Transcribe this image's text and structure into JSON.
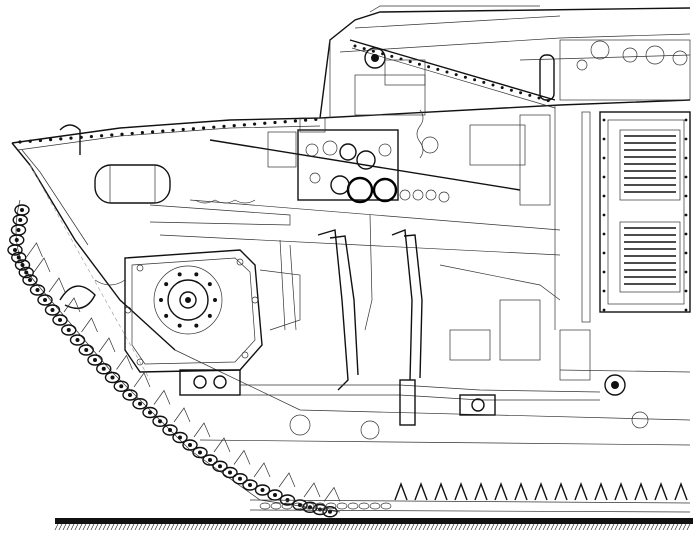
{
  "image": {
    "kind": "technical cutaway drawing of a tracked armoured vehicle (side elevation, front section)",
    "colors": {
      "ink": "#111111",
      "paper": "#ffffff",
      "faint": "#999999"
    }
  },
  "components": [
    {
      "name": "hull-front-plate"
    },
    {
      "name": "upper-track-run"
    },
    {
      "name": "drive-sprocket-housing"
    },
    {
      "name": "engine-radiator-grille"
    },
    {
      "name": "instrument-panel"
    },
    {
      "name": "exhaust-pipes"
    },
    {
      "name": "lower-track-run"
    },
    {
      "name": "ground-line"
    }
  ]
}
